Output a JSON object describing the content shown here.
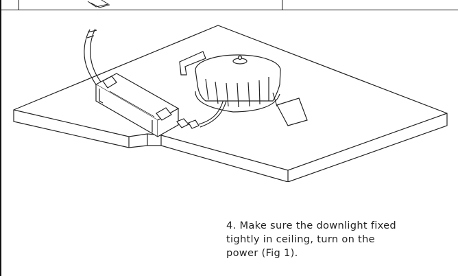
{
  "instruction": {
    "line1": "4. Make sure the downlight fixed",
    "line2": "tightly in ceiling, turn on the",
    "line3": "power (Fig 1)."
  }
}
